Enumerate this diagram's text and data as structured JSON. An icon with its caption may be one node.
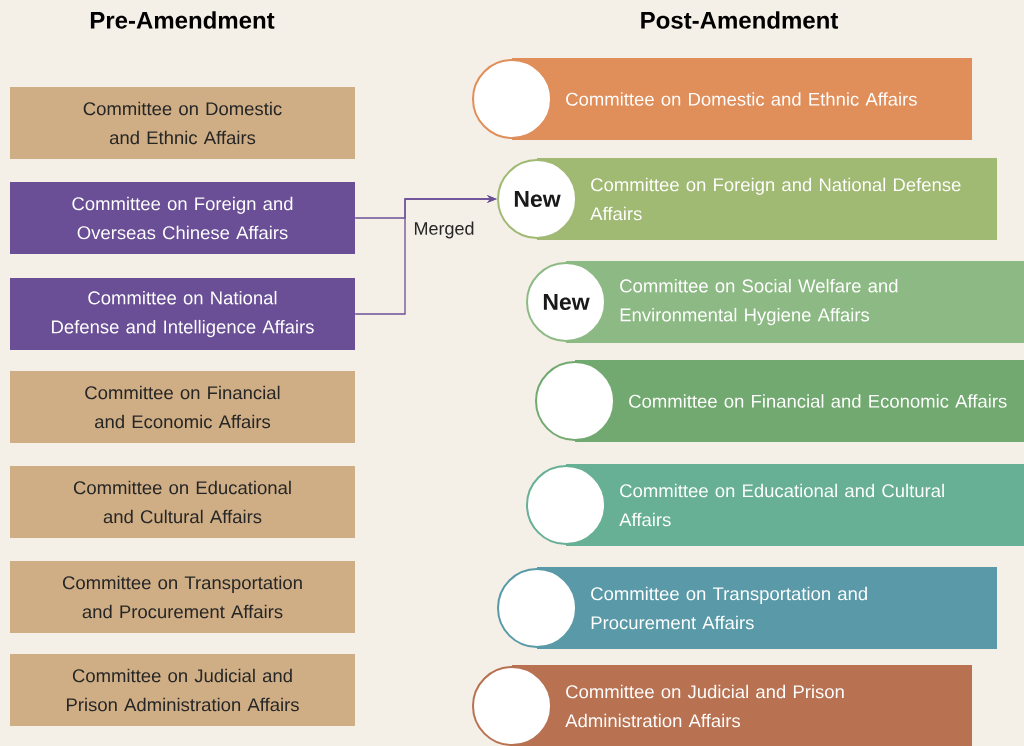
{
  "diagram": {
    "nodes": [
      {
        "text": [
          "Committee on Domestic and Ethnic Affairs"
        ]
      },
      {
        "text": [
          "Committee on Foreign and Overseas Chinese Affairs"
        ]
      },
      {
        "text": [
          "Committee on National Defense and Intelligence Affairs"
        ]
      },
      {
        "text": [
          "Committee on Financial and Economic Affairs"
        ]
      },
      {
        "text": [
          "Committee on Educational and Cultural Affairs"
        ]
      },
      {
        "text": [
          "Committee on Transportation and Procurement Affairs"
        ]
      },
      {
        "text": [
          "Committee on Judicial and Prison Administration Affairs"
        ]
      },
      {
        "text": [
          "Committee on Domestic and Ethnic Affairs"
        ]
      },
      {
        "text": [
          "New",
          "Committee on Foreign and National Defense Affairs"
        ]
      },
      {
        "text": [
          "New",
          "Committee on Social Welfare and Environmental Hygiene Affairs"
        ]
      },
      {
        "text": [
          "Committee on Financial and Economic Affairs"
        ]
      },
      {
        "text": [
          "Committee on Educational and Cultural Affairs"
        ]
      },
      {
        "text": [
          "Committee on Transportation and Procurement Affairs"
        ]
      },
      {
        "text": [
          "Committee on Judicial and Prison Administration Affairs"
        ]
      }
    ],
    "edges": [
      {
        "from": 1,
        "to": 8,
        "arrow": "to",
        "label": "Merged"
      },
      {
        "from": 2,
        "to": 8,
        "arrow": "to"
      }
    ],
    "labels": [
      "Pre-Amendment",
      "Post-Amendment"
    ]
  }
}
